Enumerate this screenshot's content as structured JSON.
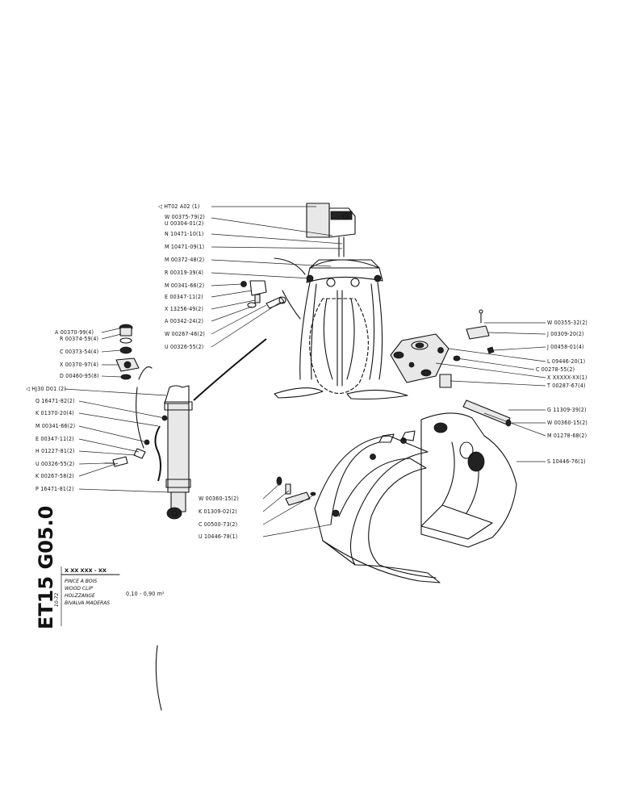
{
  "labels_center": [
    "◁ HT02 A02 (1)",
    "W 00375-79(2)",
    "U 00304-01(2)",
    "N 10471-10(1)",
    "M 10471-09(1)",
    "M 00372-48(2)",
    "R 00319-39(4)",
    "M 00341-66(2)",
    "E 00347-11(2)",
    "X 13256-49(2)",
    "A 00342-24(2)",
    "W 00267-46(2)",
    "U 00326-55(2)"
  ],
  "labels_left_top": [
    "A 00370-99(4)",
    "R 00374-59(4)",
    "C 00373-54(4)",
    "X 00370-97(4)",
    "D 00460-95(8)"
  ],
  "labels_left": [
    "◁ HJ30 D01 (2)",
    "Q 16471-82(2)",
    "K 01370-20(4)",
    "M 00341-66(2)",
    "E 00347-11(2)",
    "H 01227-81(2)",
    "U 00326-55(2)",
    "K 00267-58(2)",
    "P 16471-81(2)"
  ],
  "labels_right": [
    "W 00355-32(2)",
    "J 00309-20(2)",
    "J 00458-01(4)",
    "L 09446-20(1)",
    "C 00278-55(2)",
    "X XXXXX-XX(1)",
    "T 00287-67(4)",
    "G 11309-39(2)",
    "W 00360-15(2)",
    "M 01278-68(2)",
    "S 10446-76(1)"
  ],
  "labels_bottom": [
    "W 00360-15(2)",
    "K 01309-02(2)",
    "C 00500-73(2)",
    "U 10446-78(1)"
  ],
  "title_block": {
    "doc_code": "ET15 G05.0",
    "date": "10-72",
    "ref": "X XX XXX - XX",
    "name_fr": "PINCE A BOIS",
    "name_en": "WOOD CLIP",
    "name_de": "HOLZZANGE",
    "name_es": "BIVALVA MADERAS",
    "capacity": "0,10 - 0,90 m²"
  }
}
